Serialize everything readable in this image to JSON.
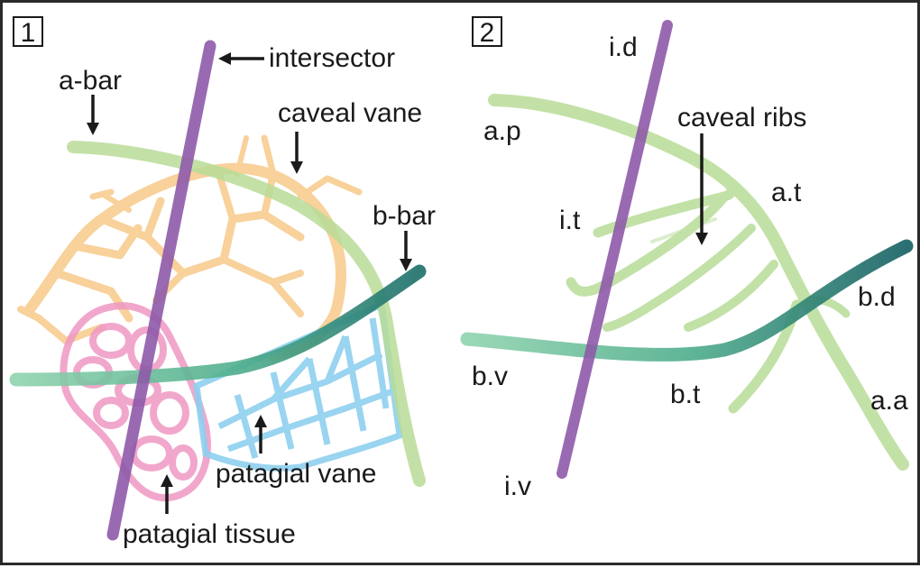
{
  "panels": [
    {
      "number": "1",
      "labels": {
        "intersector": "intersector",
        "a_bar": "a-bar",
        "caveal_vane": "caveal vane",
        "b_bar": "b-bar",
        "patagial_vane": "patagial vane",
        "patagial_tissue": "patagial tissue"
      }
    },
    {
      "number": "2",
      "labels": {
        "i_d": "i.d",
        "a_p": "a.p",
        "caveal_ribs": "caveal ribs",
        "a_t": "a.t",
        "i_t": "i.t",
        "b_d": "b.d",
        "b_v": "b.v",
        "b_t": "b.t",
        "a_a": "a.a",
        "i_v": "i.v"
      }
    }
  ],
  "colors": {
    "intersector": "#8e5aa8",
    "a_bar": "#b8dc98",
    "b_bar_light": "#7ccaa0",
    "b_bar_dark": "#1c6e6a",
    "caveal_vane": "#f7c98a",
    "patagial_vane": "#8fd0ef",
    "patagial_tissue": "#ef98c3",
    "arrow": "#1a1a1a"
  }
}
